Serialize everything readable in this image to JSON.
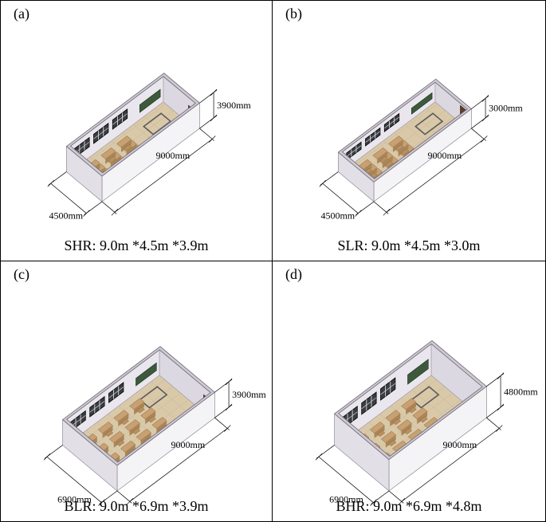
{
  "panels": [
    {
      "label": "(a)",
      "caption": "SHR: 9.0m *4.5m *3.9m",
      "length_label": "9000mm",
      "width_label": "4500mm",
      "height_label": "3900mm",
      "room": "SHR",
      "length_m": 9.0,
      "width_m": 4.5,
      "height_m": 3.9,
      "desk_rows": 4,
      "desk_cols": 3
    },
    {
      "label": "(b)",
      "caption": "SLR: 9.0m *4.5m *3.0m",
      "length_label": "9000mm",
      "width_label": "4500mm",
      "height_label": "3000mm",
      "room": "SLR",
      "length_m": 9.0,
      "width_m": 4.5,
      "height_m": 3.0,
      "desk_rows": 4,
      "desk_cols": 3
    },
    {
      "label": "(c)",
      "caption": "BLR: 9.0m *6.9m *3.9m",
      "length_label": "9000mm",
      "width_label": "6900mm",
      "height_label": "3900mm",
      "room": "BLR",
      "length_m": 9.0,
      "width_m": 6.9,
      "height_m": 3.9,
      "desk_rows": 4,
      "desk_cols": 4
    },
    {
      "label": "(d)",
      "caption": "BHR: 9.0m *6.9m *4.8m",
      "length_label": "9000mm",
      "width_label": "6900mm",
      "height_label": "4800mm",
      "room": "BHR",
      "length_m": 9.0,
      "width_m": 6.9,
      "height_m": 4.8,
      "desk_rows": 4,
      "desk_cols": 4
    }
  ],
  "colors": {
    "floor": "#d9c9a9",
    "wall_top": "#cfc9d2",
    "wall_inner": "#e9e6ed",
    "wall_outer": "#f4f3f6",
    "desk": "#c9a071",
    "window": "#3a3d42",
    "board": "#3c5a3b",
    "door": "#5b3d28",
    "lines": "#000000"
  }
}
